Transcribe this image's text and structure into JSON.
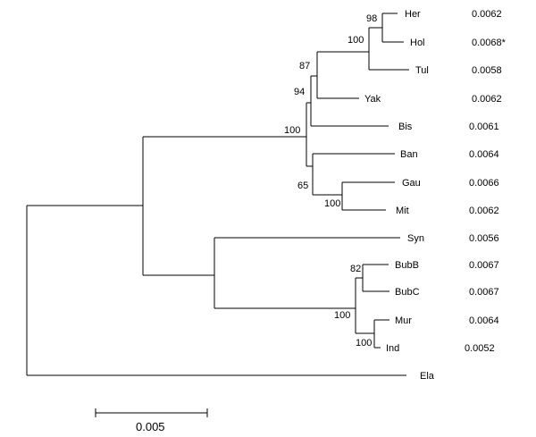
{
  "taxa": [
    {
      "label": "Her",
      "value": "0.0062"
    },
    {
      "label": "Hol",
      "value": "0.0068*"
    },
    {
      "label": "Tul",
      "value": "0.0058"
    },
    {
      "label": "Yak",
      "value": "0.0062"
    },
    {
      "label": "Bis",
      "value": "0.0061"
    },
    {
      "label": "Ban",
      "value": "0.0064"
    },
    {
      "label": "Gau",
      "value": "0.0066"
    },
    {
      "label": "Mit",
      "value": "0.0062"
    },
    {
      "label": "Syn",
      "value": "0.0056"
    },
    {
      "label": "BubB",
      "value": "0.0067"
    },
    {
      "label": "BubC",
      "value": "0.0067"
    },
    {
      "label": "Mur",
      "value": "0.0064"
    },
    {
      "label": "Ind",
      "value": "0.0052"
    },
    {
      "label": "Ela",
      "value": ""
    }
  ],
  "bootstrap": {
    "her_hol": "98",
    "her_hol_tul": "100",
    "with_yak": "87",
    "with_bis": "94",
    "bos_clade": "100",
    "gau_mit": "100",
    "ban_gau_mit": "65",
    "bubalus": "82",
    "mur_ind": "100",
    "bubalus_plus": "100"
  },
  "scale_bar": {
    "label": "0.005"
  }
}
